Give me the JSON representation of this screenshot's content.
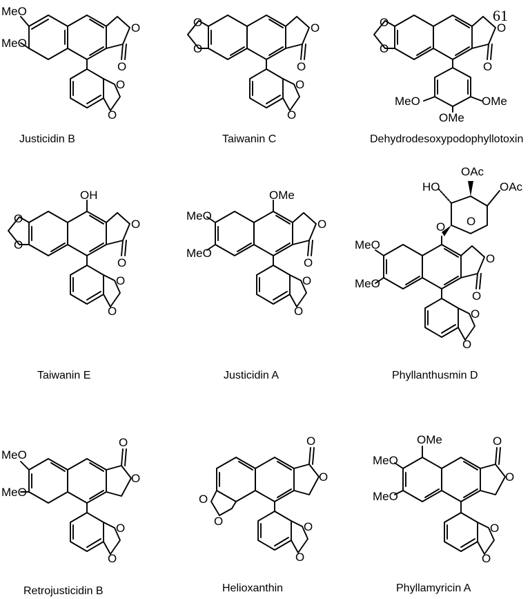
{
  "figure_tag": "61",
  "compounds": [
    {
      "name": "Justicidin B",
      "labels": [
        "MeO",
        "MeO",
        "O",
        "O",
        "O",
        "O"
      ]
    },
    {
      "name": "Taiwanin C",
      "labels": [
        "O",
        "O",
        "O",
        "O",
        "O",
        "O"
      ]
    },
    {
      "name": "Dehydrodesoxypodophyllotoxin",
      "labels": [
        "O",
        "O",
        "O",
        "O",
        "MeO",
        "OMe",
        "OMe"
      ]
    },
    {
      "name": "Taiwanin E",
      "labels": [
        "OH",
        "O",
        "O",
        "O",
        "O",
        "O",
        "O"
      ]
    },
    {
      "name": "Justicidin A",
      "labels": [
        "OMe",
        "MeO",
        "MeO",
        "O",
        "O",
        "O",
        "O"
      ]
    },
    {
      "name": "Phyllanthusmin D",
      "labels": [
        "OAc",
        "OAc",
        "HO",
        "O",
        "O",
        "MeO",
        "MeO",
        "O",
        "O",
        "O",
        "O"
      ]
    },
    {
      "name": "Retrojusticidin B",
      "labels": [
        "O",
        "MeO",
        "MeO",
        "O",
        "O",
        "O"
      ]
    },
    {
      "name": "Helioxanthin",
      "labels": [
        "O",
        "O",
        "O",
        "O",
        "O",
        "O"
      ]
    },
    {
      "name": "Phyllamyricin A",
      "labels": [
        "OMe",
        "MeO",
        "MeO",
        "O",
        "O",
        "O",
        "O"
      ]
    }
  ]
}
